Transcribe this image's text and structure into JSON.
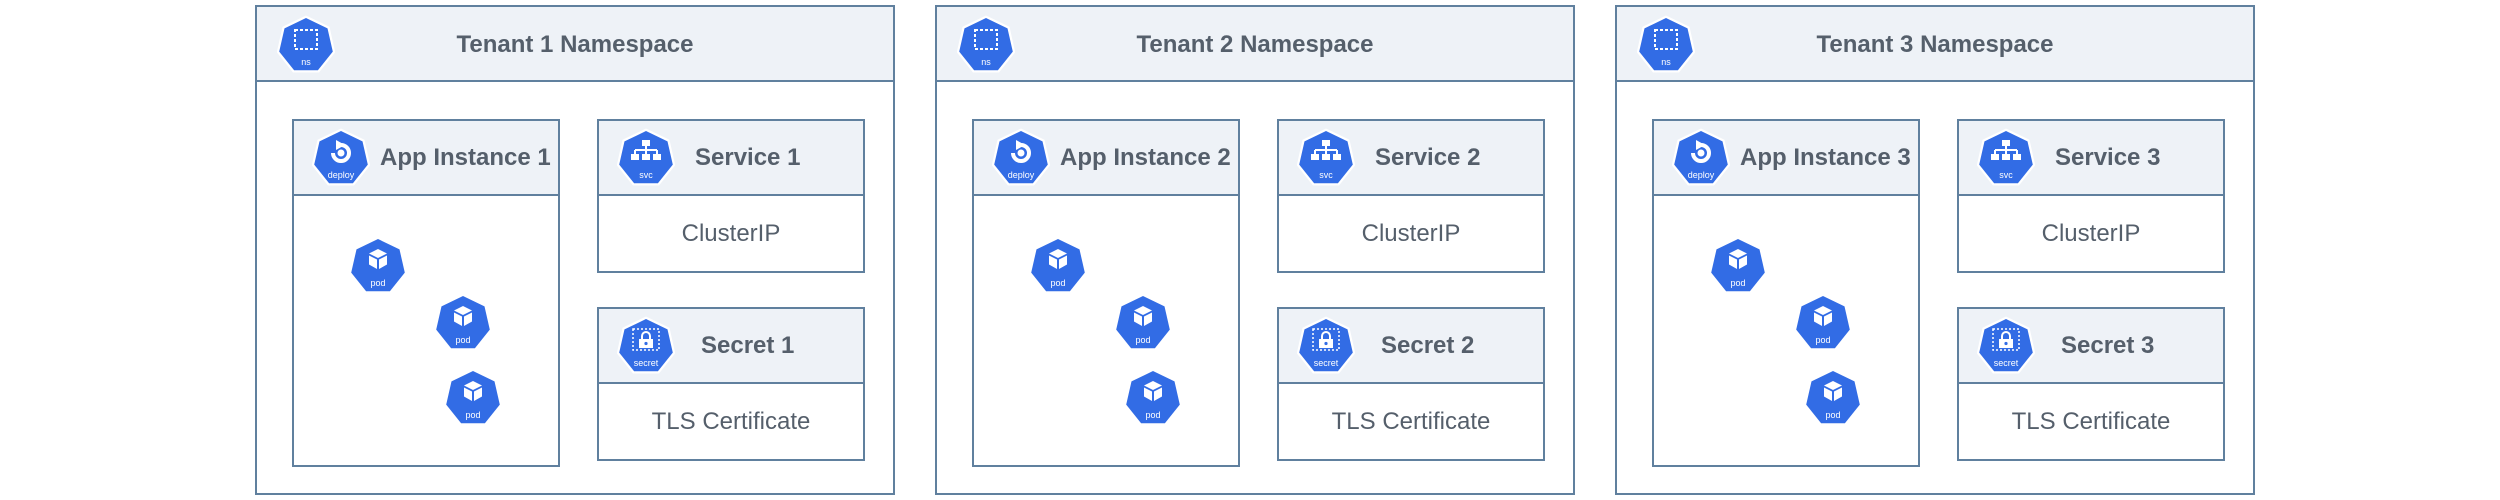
{
  "colors": {
    "kube_blue": "#326ce5",
    "border": "#60809e",
    "header_fill": "#eef2f7",
    "text": "#555f6b"
  },
  "icons": {
    "ns": "ns",
    "deploy": "deploy",
    "svc": "svc",
    "secret": "secret",
    "pod": "pod"
  },
  "tenants": [
    {
      "title": "Tenant 1 Namespace",
      "app": {
        "title": "App Instance 1"
      },
      "service": {
        "title": "Service 1",
        "body": "ClusterIP"
      },
      "secret": {
        "title": "Secret 1",
        "body": "TLS Certificate"
      }
    },
    {
      "title": "Tenant 2 Namespace",
      "app": {
        "title": "App Instance 2"
      },
      "service": {
        "title": "Service 2",
        "body": "ClusterIP"
      },
      "secret": {
        "title": "Secret 2",
        "body": "TLS Certificate"
      }
    },
    {
      "title": "Tenant 3 Namespace",
      "app": {
        "title": "App Instance 3"
      },
      "service": {
        "title": "Service 3",
        "body": "ClusterIP"
      },
      "secret": {
        "title": "Secret 3",
        "body": "TLS Certificate"
      }
    }
  ]
}
